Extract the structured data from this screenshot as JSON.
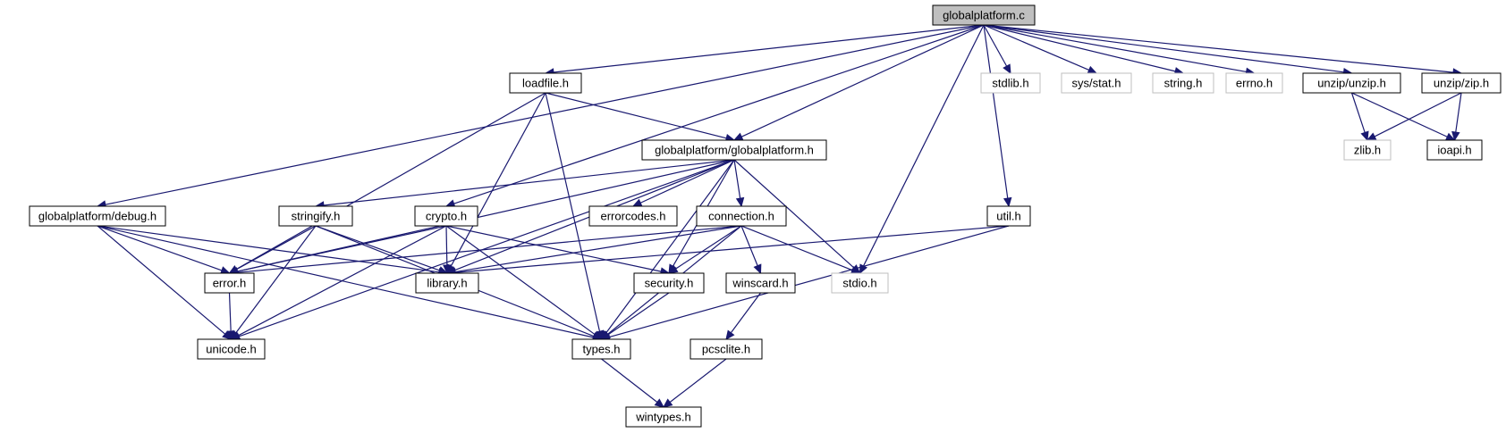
{
  "colors": {
    "edge": "#191970",
    "node_border": "#000000",
    "external_border": "#bfbfbf",
    "root_fill": "#bfbfbf",
    "node_fill": "#ffffff"
  },
  "graph": {
    "nodes": [
      {
        "id": "globalplatform_c",
        "label": "globalplatform.c",
        "kind": "root"
      },
      {
        "id": "loadfile_h",
        "label": "loadfile.h",
        "kind": "file"
      },
      {
        "id": "stdlib_h",
        "label": "stdlib.h",
        "kind": "external"
      },
      {
        "id": "sys_stat_h",
        "label": "sys/stat.h",
        "kind": "external"
      },
      {
        "id": "string_h",
        "label": "string.h",
        "kind": "external"
      },
      {
        "id": "errno_h",
        "label": "errno.h",
        "kind": "external"
      },
      {
        "id": "unzip_unzip_h",
        "label": "unzip/unzip.h",
        "kind": "file"
      },
      {
        "id": "unzip_zip_h",
        "label": "unzip/zip.h",
        "kind": "file"
      },
      {
        "id": "gp_gp_h",
        "label": "globalplatform/globalplatform.h",
        "kind": "file"
      },
      {
        "id": "zlib_h",
        "label": "zlib.h",
        "kind": "external"
      },
      {
        "id": "ioapi_h",
        "label": "ioapi.h",
        "kind": "file"
      },
      {
        "id": "gp_debug_h",
        "label": "globalplatform/debug.h",
        "kind": "file"
      },
      {
        "id": "stringify_h",
        "label": "stringify.h",
        "kind": "file"
      },
      {
        "id": "crypto_h",
        "label": "crypto.h",
        "kind": "file"
      },
      {
        "id": "errorcodes_h",
        "label": "errorcodes.h",
        "kind": "file"
      },
      {
        "id": "connection_h",
        "label": "connection.h",
        "kind": "file"
      },
      {
        "id": "util_h",
        "label": "util.h",
        "kind": "file"
      },
      {
        "id": "error_h",
        "label": "error.h",
        "kind": "file"
      },
      {
        "id": "library_h",
        "label": "library.h",
        "kind": "file"
      },
      {
        "id": "security_h",
        "label": "security.h",
        "kind": "file"
      },
      {
        "id": "winscard_h",
        "label": "winscard.h",
        "kind": "file"
      },
      {
        "id": "stdio_h",
        "label": "stdio.h",
        "kind": "external"
      },
      {
        "id": "unicode_h",
        "label": "unicode.h",
        "kind": "file"
      },
      {
        "id": "types_h",
        "label": "types.h",
        "kind": "file"
      },
      {
        "id": "pcsclite_h",
        "label": "pcsclite.h",
        "kind": "file"
      },
      {
        "id": "wintypes_h",
        "label": "wintypes.h",
        "kind": "file"
      }
    ],
    "edges": [
      [
        "globalplatform_c",
        "loadfile_h"
      ],
      [
        "globalplatform_c",
        "stdlib_h"
      ],
      [
        "globalplatform_c",
        "sys_stat_h"
      ],
      [
        "globalplatform_c",
        "string_h"
      ],
      [
        "globalplatform_c",
        "errno_h"
      ],
      [
        "globalplatform_c",
        "unzip_unzip_h"
      ],
      [
        "globalplatform_c",
        "unzip_zip_h"
      ],
      [
        "globalplatform_c",
        "gp_gp_h"
      ],
      [
        "globalplatform_c",
        "gp_debug_h"
      ],
      [
        "globalplatform_c",
        "crypto_h"
      ],
      [
        "globalplatform_c",
        "stdio_h"
      ],
      [
        "globalplatform_c",
        "util_h"
      ],
      [
        "loadfile_h",
        "gp_gp_h"
      ],
      [
        "loadfile_h",
        "error_h"
      ],
      [
        "loadfile_h",
        "library_h"
      ],
      [
        "loadfile_h",
        "types_h"
      ],
      [
        "unzip_unzip_h",
        "zlib_h"
      ],
      [
        "unzip_unzip_h",
        "ioapi_h"
      ],
      [
        "unzip_zip_h",
        "zlib_h"
      ],
      [
        "unzip_zip_h",
        "ioapi_h"
      ],
      [
        "gp_gp_h",
        "unicode_h"
      ],
      [
        "gp_gp_h",
        "error_h"
      ],
      [
        "gp_gp_h",
        "stringify_h"
      ],
      [
        "gp_gp_h",
        "library_h"
      ],
      [
        "gp_gp_h",
        "errorcodes_h"
      ],
      [
        "gp_gp_h",
        "connection_h"
      ],
      [
        "gp_gp_h",
        "security_h"
      ],
      [
        "gp_gp_h",
        "stdio_h"
      ],
      [
        "gp_gp_h",
        "types_h"
      ],
      [
        "gp_debug_h",
        "error_h"
      ],
      [
        "gp_debug_h",
        "library_h"
      ],
      [
        "gp_debug_h",
        "unicode_h"
      ],
      [
        "gp_debug_h",
        "types_h"
      ],
      [
        "stringify_h",
        "error_h"
      ],
      [
        "stringify_h",
        "library_h"
      ],
      [
        "stringify_h",
        "unicode_h"
      ],
      [
        "stringify_h",
        "types_h"
      ],
      [
        "crypto_h",
        "error_h"
      ],
      [
        "crypto_h",
        "library_h"
      ],
      [
        "crypto_h",
        "security_h"
      ],
      [
        "crypto_h",
        "unicode_h"
      ],
      [
        "crypto_h",
        "types_h"
      ],
      [
        "connection_h",
        "error_h"
      ],
      [
        "connection_h",
        "library_h"
      ],
      [
        "connection_h",
        "security_h"
      ],
      [
        "connection_h",
        "winscard_h"
      ],
      [
        "connection_h",
        "stdio_h"
      ],
      [
        "connection_h",
        "types_h"
      ],
      [
        "util_h",
        "library_h"
      ],
      [
        "util_h",
        "types_h"
      ],
      [
        "error_h",
        "unicode_h"
      ],
      [
        "security_h",
        "types_h"
      ],
      [
        "winscard_h",
        "pcsclite_h"
      ],
      [
        "pcsclite_h",
        "wintypes_h"
      ],
      [
        "types_h",
        "wintypes_h"
      ]
    ]
  }
}
